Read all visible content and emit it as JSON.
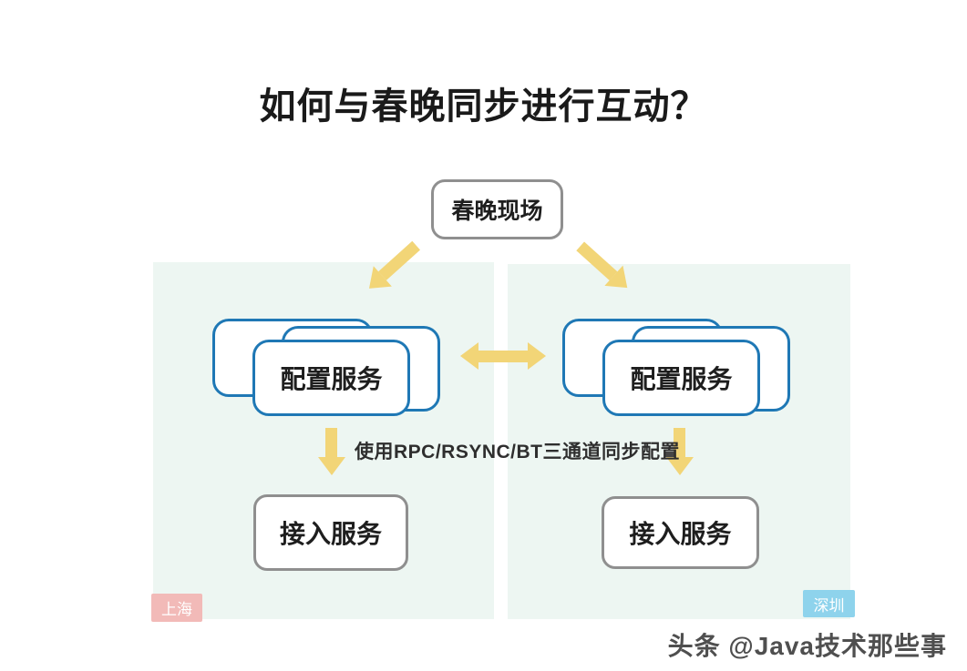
{
  "title": "如何与春晚同步进行互动？",
  "diagram": {
    "source_node": "春晚现场",
    "sync_note": "使用RPC/RSYNC/BT三通道同步配置",
    "left_zone": {
      "region_badge": "上海",
      "config_node": "配置服务",
      "access_node": "接入服务"
    },
    "right_zone": {
      "region_badge": "深圳",
      "config_node": "配置服务",
      "access_node": "接入服务"
    }
  },
  "watermark": "头条 @Java技术那些事",
  "colors": {
    "arrow_yellow": "#f2d577",
    "zone_panel_bg": "#edf6f2",
    "config_border_blue": "#1f78b5",
    "node_border_gray": "#8f8f8f",
    "shanghai_badge_bg": "#f2bab8",
    "shenzhen_badge_bg": "#8ed3ec"
  }
}
